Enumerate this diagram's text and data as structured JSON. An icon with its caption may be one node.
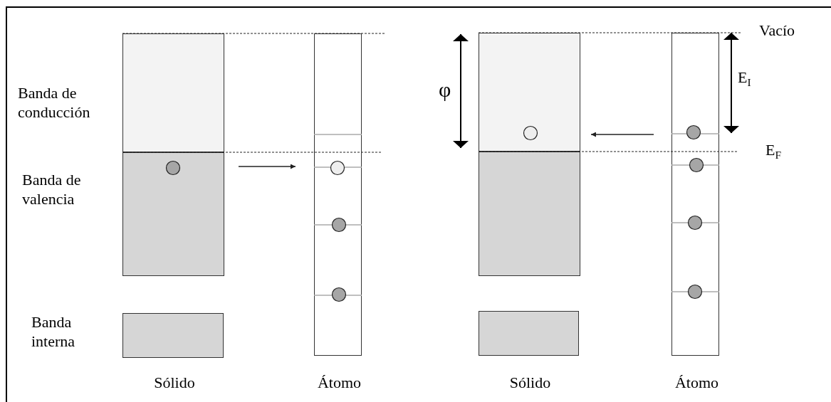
{
  "diagram": {
    "nodes": [
      {
        "text": [],
        "shape": "box"
      },
      {
        "text": [],
        "shape": "box"
      },
      {
        "text": [],
        "shape": "box",
        "beside": [
          "Sólido"
        ]
      },
      {
        "text": [],
        "shape": "box",
        "beside": [
          "Átomo"
        ]
      },
      {
        "text": [],
        "shape": "box"
      },
      {
        "text": [],
        "shape": "box"
      },
      {
        "text": [],
        "shape": "box",
        "beside": [
          "Sólido"
        ]
      },
      {
        "text": [],
        "shape": "box",
        "beside": [
          "Átomo"
        ]
      }
    ],
    "edges": [
      {
        "from": 1,
        "to": 3,
        "arrow": "to"
      },
      {
        "from": 7,
        "to": 4,
        "arrow": "to"
      }
    ],
    "labels": [
      "Vacío",
      "Banda de conducción",
      "φ",
      "E$_{I}$",
      "E$_{F}$",
      "Banda de valencia",
      "Banda interna"
    ]
  }
}
